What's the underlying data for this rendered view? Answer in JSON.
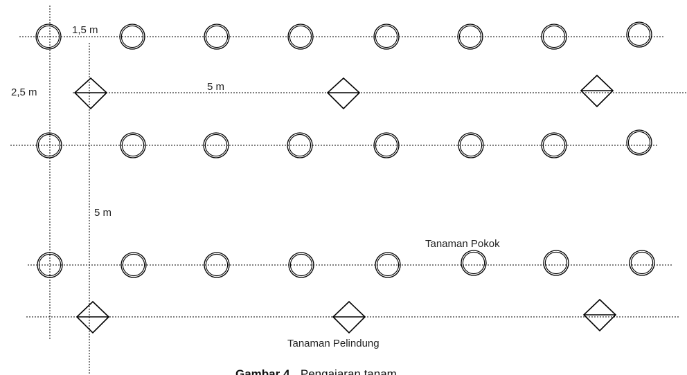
{
  "spacing_labels": {
    "between_pokok_in_row": "1,5 m",
    "row_gap": "2,5 m",
    "pelindung_spacing": "5 m",
    "block_gap": "5 m"
  },
  "legend": {
    "tanaman_pokok": "Tanaman Pokok",
    "tanaman_pelindung": "Tanaman Pelindung"
  },
  "caption": {
    "label": "Gambar 4.",
    "text": "Pengajaran tanam"
  },
  "colors": {
    "line": "#000000",
    "text": "#222222"
  }
}
